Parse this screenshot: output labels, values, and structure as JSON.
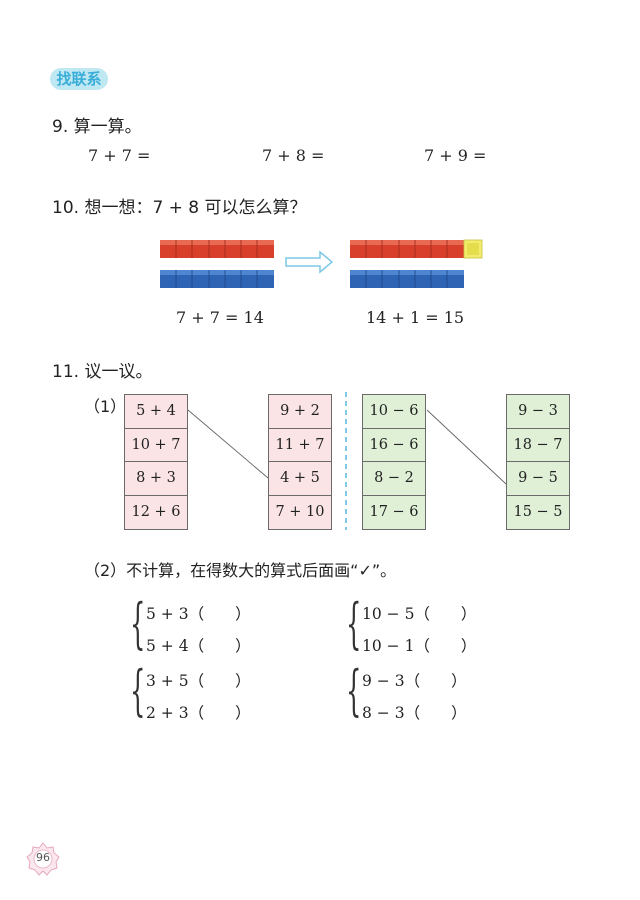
{
  "section_tag": "找联系",
  "q9": {
    "title": "9. 算一算。",
    "items": [
      "7 + 7 =",
      "7 + 8 =",
      "7 + 9 ="
    ]
  },
  "q10": {
    "title": "10. 想一想：7 + 8 可以怎么算？",
    "left_caption": "7 + 7 = 14",
    "right_caption": "14 + 1 = 15",
    "colors": {
      "red": "#d8402c",
      "blue": "#2f64b4",
      "yellow": "#f2ec6e",
      "arrow": "#7cc8e6"
    }
  },
  "q11": {
    "title": "11. 议一议。",
    "part1_label": "（1）",
    "col1": [
      "5 + 4",
      "10 + 7",
      "8 + 3",
      "12 + 6"
    ],
    "col2": [
      "9 + 2",
      "11 + 7",
      "4 + 5",
      "7 + 10"
    ],
    "col3": [
      "10 − 6",
      "16 − 6",
      "8 − 2",
      "17 − 6"
    ],
    "col4": [
      "9 − 3",
      "18 − 7",
      "9 − 5",
      "15 − 5"
    ],
    "part2_text": "（2）不计算，在得数大的算式后面画“✓”。",
    "groups": [
      [
        "5 + 3（　　）",
        "5 + 4（　　）"
      ],
      [
        "10 − 5（　　）",
        "10 − 1（　　）"
      ],
      [
        "3 + 5（　　）",
        "2 + 3（　　）"
      ],
      [
        "9 − 3（　　）",
        "8 − 3（　　）"
      ]
    ]
  },
  "page_number": "96"
}
